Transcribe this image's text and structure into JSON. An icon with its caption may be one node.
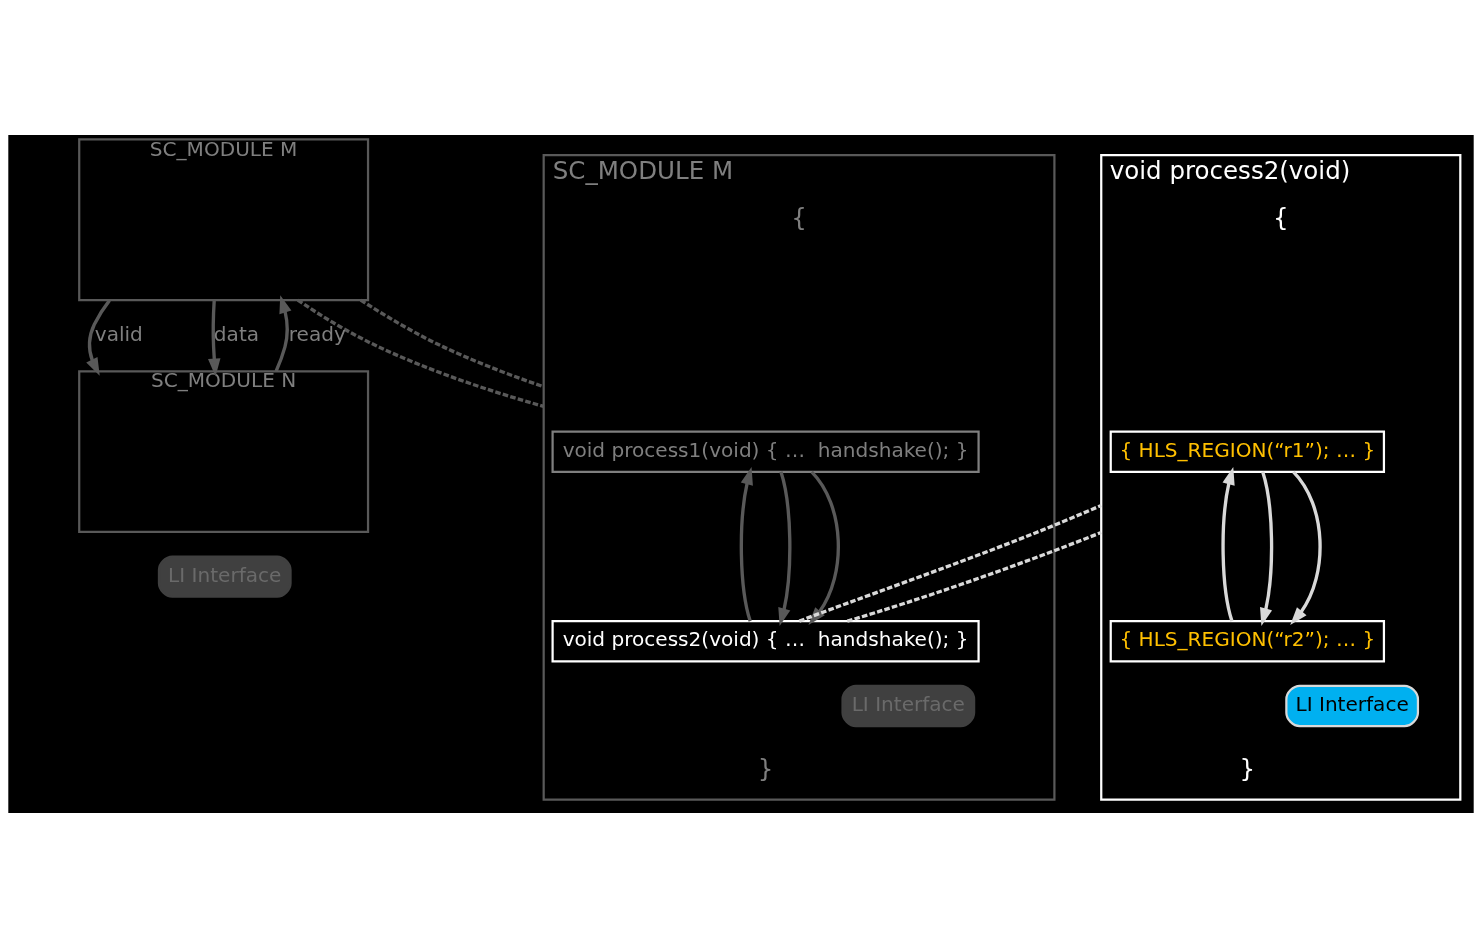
{
  "diagram": {
    "nodes": [
      {
        "text": [
          "SC_MODULE M"
        ]
      },
      {
        "text": [
          "LI Interface"
        ]
      },
      {
        "text": [
          "SC_MODULE N"
        ]
      },
      {
        "text": [
          "SC_MODULE M",
          "{",
          "}"
        ]
      },
      {
        "text": [
          "void process1(void) { …  handshake(); }"
        ],
        "in": 3
      },
      {
        "text": [
          "LI Interface"
        ],
        "in": 3
      },
      {
        "text": [
          "void process2(void) { …  handshake(); }"
        ],
        "in": 3
      },
      {
        "text": [
          "void process2(void)",
          "{",
          "}"
        ]
      },
      {
        "text": [
          "{ HLS_REGION(“r1”); … }"
        ],
        "in": 7
      },
      {
        "text": [
          "LI Interface"
        ],
        "in": 7
      },
      {
        "text": [
          "{ HLS_REGION(“r2”); … }"
        ],
        "in": 7
      }
    ],
    "edges": [
      {
        "from": 2,
        "to": 0,
        "arrow": "to",
        "label": "ready"
      },
      {
        "from": 0,
        "to": 2,
        "arrow": "to",
        "label": "valid"
      },
      {
        "from": 0,
        "to": 2,
        "arrow": "to",
        "label": "data"
      },
      {
        "from": 0,
        "to": 3,
        "arrow": "none",
        "style": "dashed"
      },
      {
        "from": 0,
        "to": 3,
        "arrow": "none",
        "style": "dashed"
      },
      {
        "from": 6,
        "to": 4,
        "arrow": "to"
      },
      {
        "from": 4,
        "to": 6,
        "arrow": "to"
      },
      {
        "from": 4,
        "to": 6,
        "arrow": "to"
      },
      {
        "from": 6,
        "to": 7,
        "arrow": "none",
        "style": "dashed",
        "color": "#d9d9d9"
      },
      {
        "from": 6,
        "to": 7,
        "arrow": "none",
        "style": "dashed",
        "color": "#d9d9d9"
      },
      {
        "from": 10,
        "to": 8,
        "arrow": "to",
        "color": "#d9d9d9"
      },
      {
        "from": 8,
        "to": 10,
        "arrow": "to",
        "color": "#d9d9d9"
      },
      {
        "from": 8,
        "to": 10,
        "arrow": "to",
        "color": "#d9d9d9"
      }
    ]
  }
}
